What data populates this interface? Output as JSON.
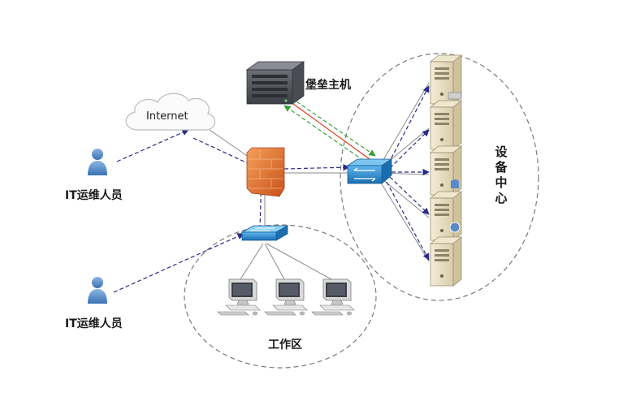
{
  "labels": {
    "internet": "Internet",
    "bastion": "堡垒主机",
    "datacenter": "设备中心",
    "ops_user_top": "IT运维人员",
    "ops_user_bottom": "IT运维人员",
    "workspace": "工作区"
  },
  "colors": {
    "zone_border": "#7a7a7a",
    "dashed_link": "#2b2b8a",
    "solid_link": "#8a8a8a",
    "audit_red": "#e03a1a",
    "audit_green": "#3aa03a",
    "switch_blue": "#1f7fc4",
    "firewall_orange": "#e8722a",
    "user_blue": "#4f86c6",
    "server_beige": "#e9dfc4"
  },
  "icons": [
    "cloud-icon",
    "user-icon",
    "firewall-icon",
    "switch-icon",
    "server-icon",
    "desktop-pc-icon",
    "rack-server-icon"
  ]
}
